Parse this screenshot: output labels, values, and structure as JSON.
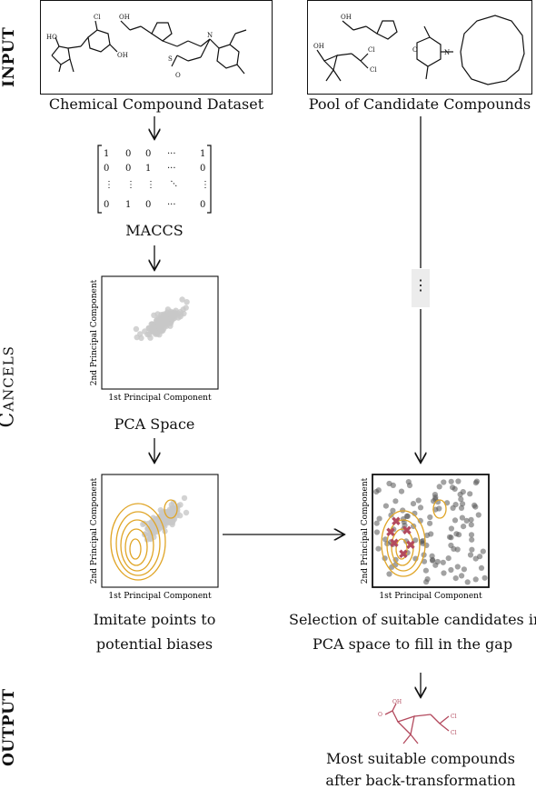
{
  "sections": {
    "input": "INPUT",
    "cancels": "Cancels",
    "output": "OUTPUT"
  },
  "labels": {
    "dataset": "Chemical Compound Dataset",
    "pool": "Pool of Candidate Compounds",
    "maccs": "MACCS",
    "pca_space": "PCA Space",
    "imitate_line1": "Imitate points to",
    "imitate_line2": "potential biases",
    "selection_line1": "Selection of suitable candidates in",
    "selection_line2": "PCA space to fill in the gap",
    "output_line1": "Most suitable compounds",
    "output_line2": "after back-transformation"
  },
  "plot_axes": {
    "x": "1st Principal Component",
    "y": "2nd Principal Component"
  },
  "matrix": {
    "row1": [
      "1",
      "0",
      "0",
      "···",
      "1"
    ],
    "row2": [
      "0",
      "0",
      "1",
      "···",
      "0"
    ],
    "row4": [
      "0",
      "1",
      "0",
      "···",
      "0"
    ]
  },
  "ellipsis": "⋮",
  "molecule_atoms": {
    "o": "O",
    "oh": "OH",
    "ho": "HO",
    "cl": "Cl",
    "n": "N",
    "s": "S"
  },
  "colors": {
    "gray_points": "#c8c8c8",
    "dark_points": "#555555",
    "contour": "#e0a526",
    "highlight": "#b34a5e"
  }
}
